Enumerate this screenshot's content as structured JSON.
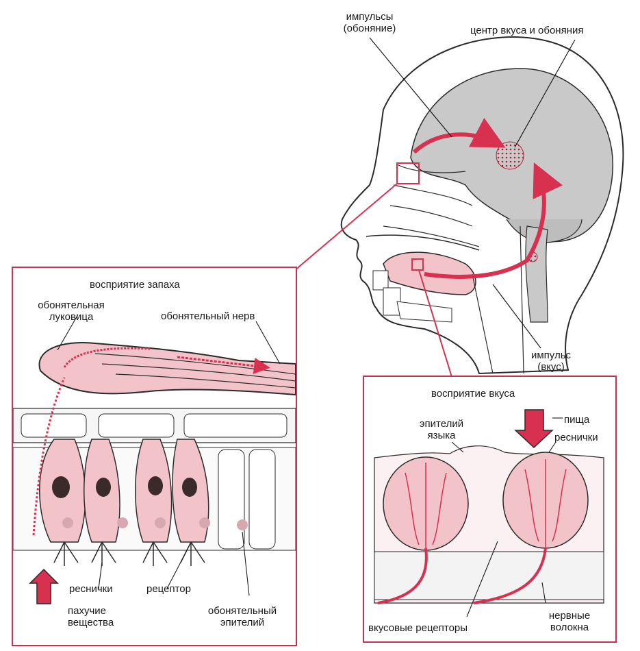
{
  "head": {
    "impulses_smell_1": "импульсы",
    "impulses_smell_2": "(обоняние)",
    "center": "центр вкуса и обоняния",
    "impulse_taste_1": "импульс",
    "impulse_taste_2": "(вкус)"
  },
  "smell": {
    "title": "восприятие запаха",
    "bulb_1": "обонятельная",
    "bulb_2": "луковица",
    "nerve": "обонятельный нерв",
    "cilia": "реснички",
    "receptor": "рецептор",
    "odorants_1": "пахучие",
    "odorants_2": "вещества",
    "epithelium_1": "обонятельный",
    "epithelium_2": "эпителий"
  },
  "taste": {
    "title": "восприятие вкуса",
    "tongue_epi_1": "эпителий",
    "tongue_epi_2": "языка",
    "food": "пища",
    "cilia": "реснички",
    "receptors": "вкусовые рецепторы",
    "fibers_1": "нервные",
    "fibers_2": "волокна"
  },
  "colors": {
    "accent": "#d8304f",
    "pink": "#f2c3c8",
    "brain": "#c9c9c9",
    "outline": "#2a2a2a"
  }
}
